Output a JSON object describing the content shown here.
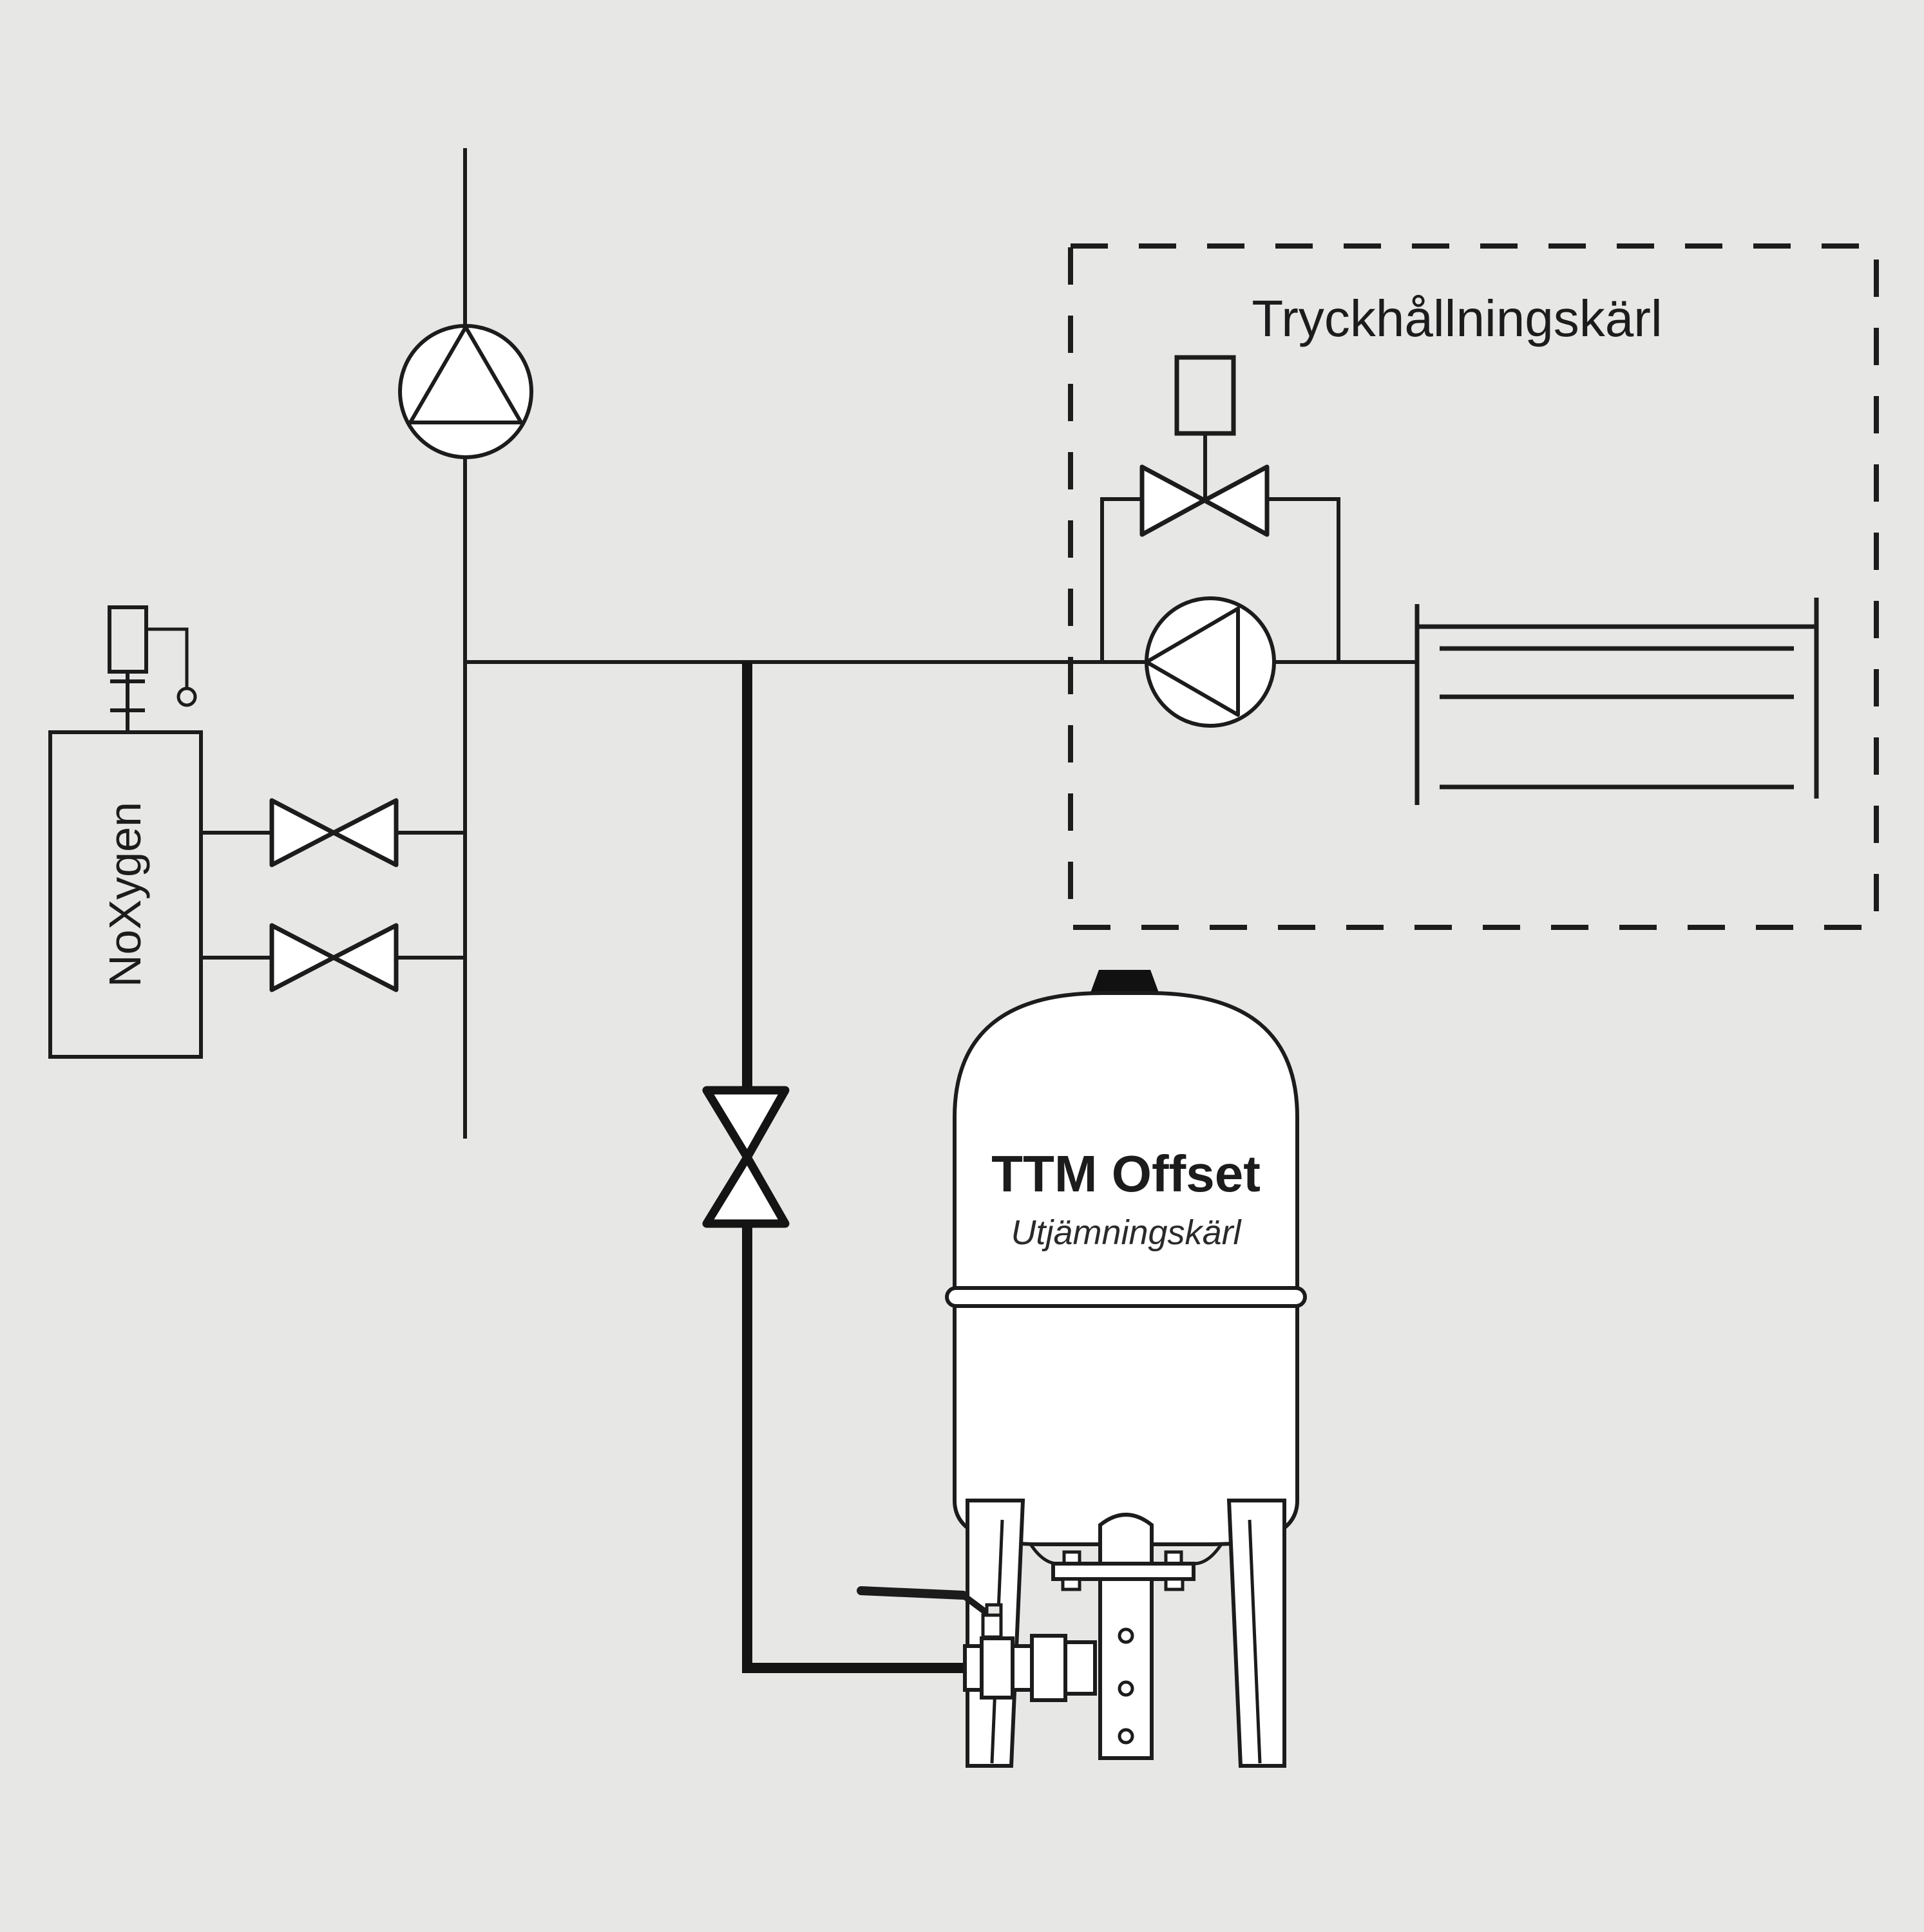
{
  "diagram": {
    "type": "piping-schematic",
    "labels": {
      "pressure_unit_title": "Tryckhållningskärl",
      "degasser_label": "NoXygen",
      "tank_name": "TTM Offset",
      "tank_subtitle": "Utjämningskärl"
    },
    "colors": {
      "background": "#e7e7e6",
      "line": "#1c1c1c",
      "symbol_fill": "#ffffff",
      "cap_fill": "#111111"
    },
    "symbols": [
      "circulation-pump-icon",
      "circulation-pump-icon",
      "gate-valve-icon",
      "gate-valve-icon",
      "actuated-control-valve-icon",
      "shutoff-valve-icon",
      "heat-exchanger-icon",
      "sensor-probe-icon",
      "ball-valve-drain-icon",
      "expansion-tank-icon"
    ]
  }
}
